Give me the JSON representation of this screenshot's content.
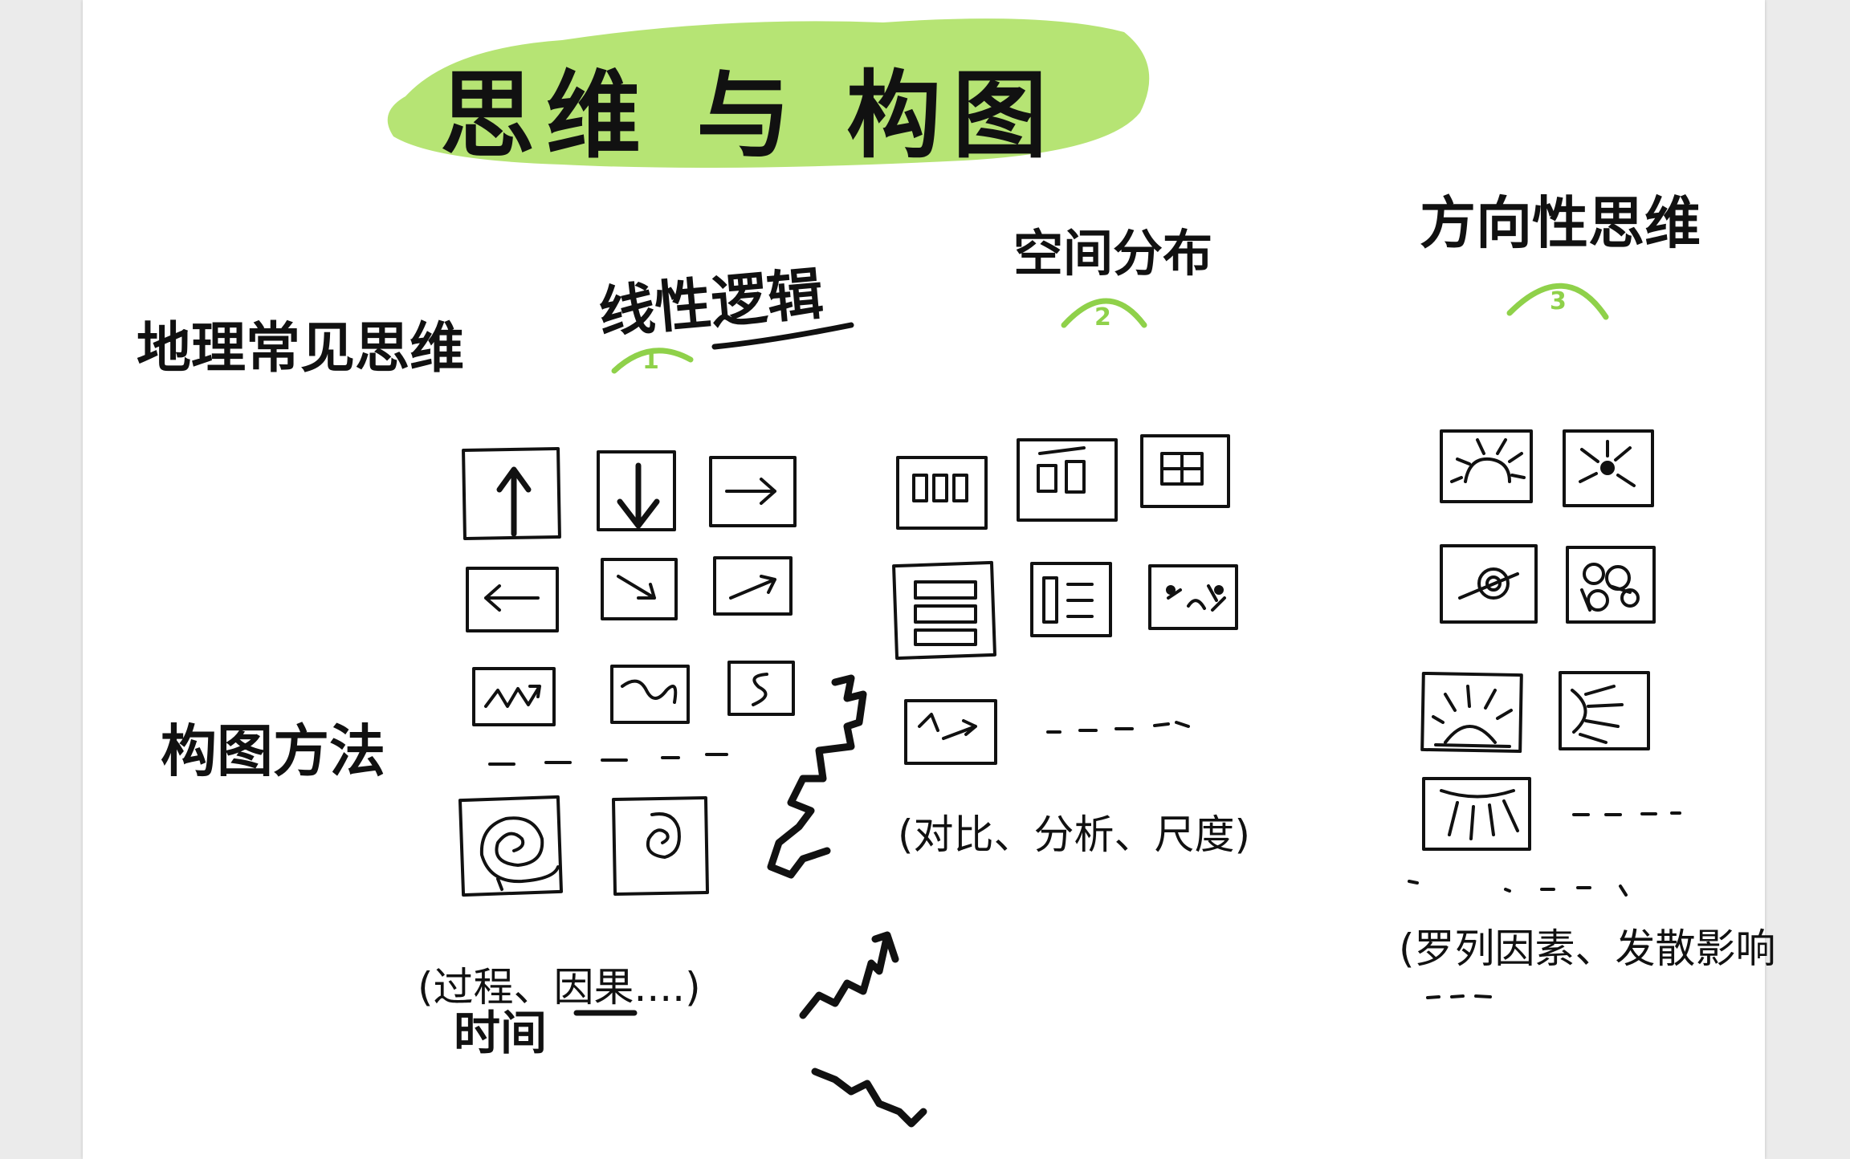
{
  "title": "思维 与 构图",
  "headings": {
    "common_thinking": "地理常见思维",
    "composition_methods": "构图方法"
  },
  "columns": [
    {
      "number": "1",
      "label": "线性逻辑",
      "note": "(过程、因果....)",
      "sub_note": "时间"
    },
    {
      "number": "2",
      "label": "空间分布",
      "note": "(对比、分析、尺度)"
    },
    {
      "number": "3",
      "label": "方向性思维",
      "note": "(罗列因素、发散影响"
    }
  ],
  "colors": {
    "highlight": "#a9df5c",
    "number_arc": "#8fd14a",
    "ink": "#111111",
    "paper": "#ffffff",
    "background": "#ebebeb"
  }
}
